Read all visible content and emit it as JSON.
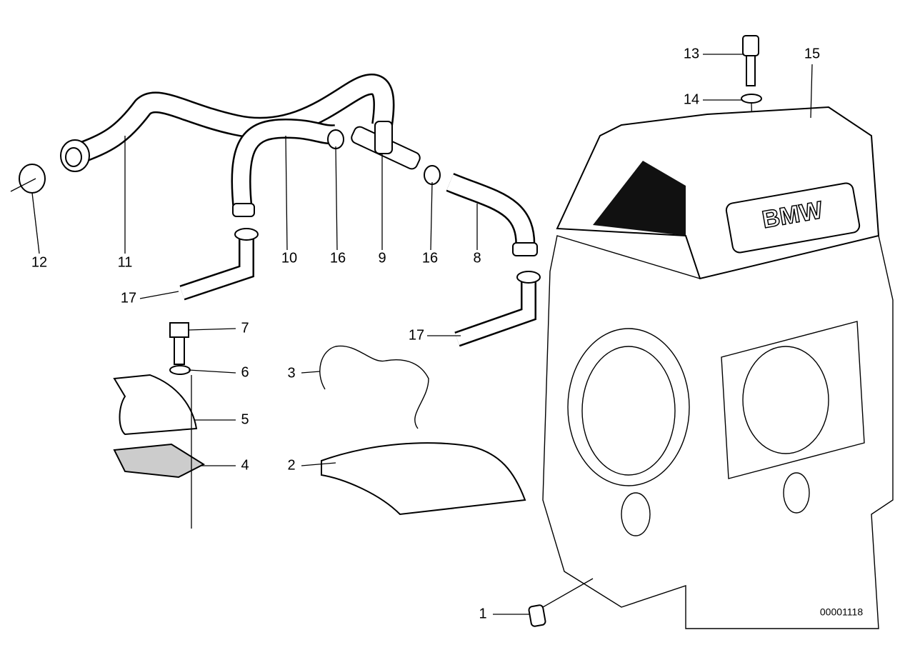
{
  "diagram": {
    "reference_number": "00001118",
    "logo_text": "BMW",
    "callouts": [
      "12",
      "11",
      "10",
      "16",
      "9",
      "16",
      "8",
      "17",
      "17",
      "7",
      "6",
      "5",
      "4",
      "3",
      "2",
      "13",
      "14",
      "15",
      "1"
    ]
  }
}
